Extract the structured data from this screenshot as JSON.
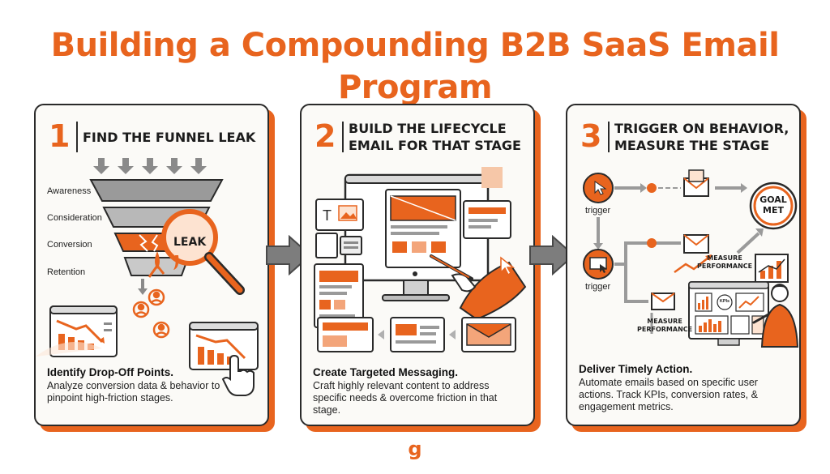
{
  "title": "Building a Compounding B2B SaaS Email Program",
  "colors": {
    "accent": "#e8641e",
    "ink": "#1e1e1e",
    "panel": "#fbfaf7",
    "gray": "#8a8a8a"
  },
  "steps": [
    {
      "number": "1",
      "heading": "FIND THE FUNNEL LEAK",
      "funnel_stages": [
        "Awareness",
        "Consideration",
        "Conversion",
        "Retention"
      ],
      "leak_label": "LEAK",
      "caption_title": "Identify Drop-Off Points.",
      "caption_body": "Analyze conversion data & behavior to pinpoint high-friction stages."
    },
    {
      "number": "2",
      "heading": "BUILD THE LIFECYCLE EMAIL FOR THAT STAGE",
      "caption_title": "Create Targeted Messaging.",
      "caption_body": "Craft highly relevant content to address specific needs & overcome friction in that stage."
    },
    {
      "number": "3",
      "heading": "TRIGGER ON BEHAVIOR, MEASURE THE STAGE",
      "trigger_label_1": "trigger",
      "trigger_label_2": "trigger",
      "goal_label_1": "GOAL",
      "goal_label_2": "MET",
      "measure_label_top_1": "MEASURE",
      "measure_label_top_2": "PERFORMANCE",
      "measure_label_bottom_1": "MEASURE",
      "measure_label_bottom_2": "PERFORMANCE",
      "kpi_label": "KPIs",
      "caption_title": "Deliver Timely Action.",
      "caption_body": "Automate emails based on specific user actions. Track KPIs, conversion rates, & engagement metrics."
    }
  ],
  "logo_glyph": "g"
}
